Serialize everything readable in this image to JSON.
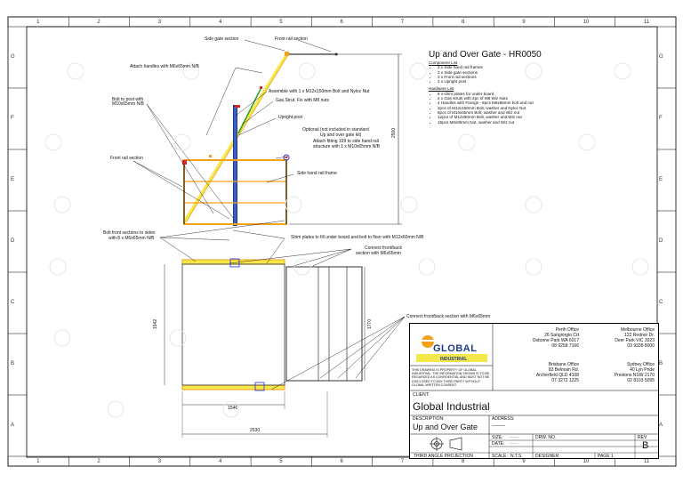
{
  "zones": {
    "cols": [
      "1",
      "2",
      "3",
      "4",
      "5",
      "6",
      "7",
      "8",
      "9",
      "10",
      "11"
    ],
    "rows": [
      "G",
      "F",
      "E",
      "D",
      "C",
      "B",
      "A"
    ]
  },
  "title": "Up and Over Gate - HR0050",
  "component_list": {
    "heading": "Component List",
    "items": [
      "2 x Side hand rail frames",
      "2 x Side gate sections",
      "2 x Front rail sections",
      "2 x Upright post"
    ]
  },
  "hardware_list": {
    "heading": "Hardware List",
    "items": [
      "8 x shim plates for under board",
      "2 x Gas struts with 2pc of M8 Wiz Nuts",
      "4 Handles with Fixings - 8pcs M6x65mm bolt and nut",
      "2pcs of M12x150mm Bolt, washer and Nyloc Nut",
      "6pcs of M10x65mm Bolt, washer and Wiz nut",
      "12pcs of M12x60mm Bolt, washer and Wiz nut",
      "16pcs M6x65mm Nut, washer and Wiz nut"
    ]
  },
  "callouts": {
    "side_gate": "Side gate section",
    "front_rail": "Front rail section",
    "handles": "Attach handles with M6x65mm N/B",
    "assemble": "Assemble with 1 x M12x150mm Bolt and Nyloc Nut",
    "bolt_post": "Bolt to post with M10x65mm N/B",
    "gas_strut": "Gas Strut. Fix with M8 nuts",
    "upright": "Upright post",
    "optional_1": "Optional (not included in standard",
    "optional_2": "Up and over gate kit)",
    "optional_3": "Attach fitting 199 to side hand rail",
    "optional_4": "structure with 1 x M10x65mm N/B",
    "front_rail_2": "Front rail section",
    "side_hand_rail": "Side hand rail frame",
    "bolt_front_1": "Bolt front sections to sides",
    "bolt_front_2": "with 8 x M6x65mm N/B",
    "shim": "Shim plates to fill under board and bolt to floor with M12x60mm N/B",
    "connect_1": "Connect front/back",
    "connect_2": "section with M6x65mm",
    "connect_main": "Connect front/back section with M6x65mm"
  },
  "dims": {
    "height": "2500",
    "side_h": "1942",
    "front_h": "1770",
    "width_inner": "1546",
    "width_total": "2530"
  },
  "offices": {
    "perth": [
      "Perth Office",
      "26 Sangiorgio Crt",
      "Osborne Park WA 6017",
      "08 9258 7166"
    ],
    "melbourne": [
      "Melbourne Office",
      "122 Rednor Dr.",
      "Deer Park VIC 3023",
      "03 9338 8000"
    ],
    "brisbane": [
      "Brisbane Office",
      "83 Belmain Rd.",
      "Archerfield QLD 4108",
      "07 3272 1225"
    ],
    "sydney": [
      "Sydney Office",
      "40 Lyn Pnde",
      "Prestons NSW 2170",
      "02 8103 5095"
    ]
  },
  "logo": {
    "line1": "GLOBAL",
    "line2": "INDUSTRIAL"
  },
  "warning": "THIS DRAWING IS PROPERTY OF GLOBAL INDUSTRIAL. THE INFORMATION SHOWN IS TO BE REGARDED AS CONFIDENTIAL AND MUST NOT BE DISCLOSED TO ANY THIRD PARTY WITHOUT GLOBAL WRITTEN CONSENT.",
  "title_block": {
    "client_label": "CLIENT:",
    "client": "Global Industrial",
    "description_label": "DESCRIPTION:",
    "description": "Up and Over Gate",
    "address_label": "ADDRESS:",
    "address": "———",
    "size_label": "SIZE:",
    "size": "——",
    "date_label": "DATE:",
    "date": "——",
    "scale_label": "SCALE:",
    "scale": "N.T.S.",
    "drw_label": "DRW. NO.",
    "designer_label": "DESIGNER:",
    "page": "PAGE 1",
    "rev_label": "REV",
    "rev": "B",
    "projection": "THIRD ANGLE PROJECTION"
  },
  "colors": {
    "frame": "#f2a21a",
    "highlight": "#f5e84a",
    "blue": "#2233cc",
    "green": "#2a9d2a",
    "red": "#d22"
  }
}
